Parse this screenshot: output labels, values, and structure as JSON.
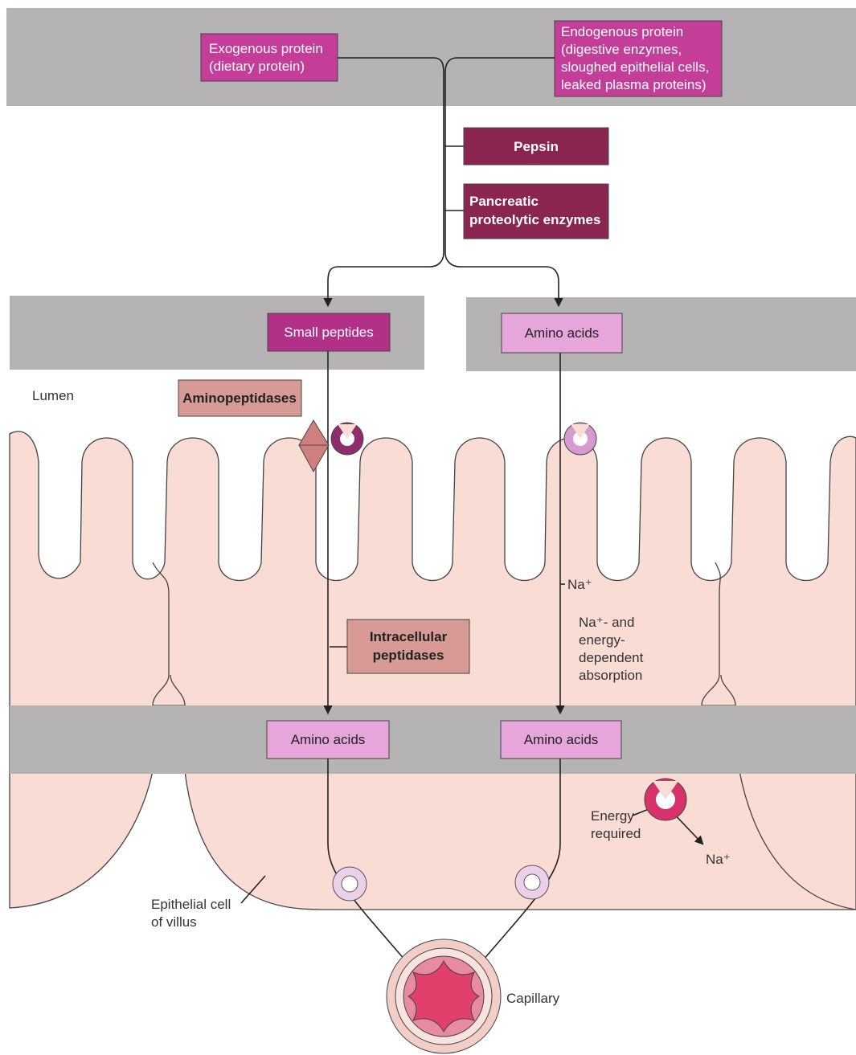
{
  "boxes": {
    "exogenous": [
      "Exogenous protein",
      "(dietary protein)"
    ],
    "endogenous": [
      "Endogenous protein",
      "(digestive enzymes,",
      "sloughed epithelial cells,",
      "leaked plasma proteins)"
    ],
    "pepsin": "Pepsin",
    "pancreatic": [
      "Pancreatic",
      "proteolytic enzymes"
    ],
    "small_peptides": "Small peptides",
    "amino_acids_lumen": "Amino acids",
    "aminopeptidases": "Aminopeptidases",
    "intracellular": [
      "Intracellular",
      "peptidases"
    ],
    "amino_acids_cell_left": "Amino acids",
    "amino_acids_cell_right": "Amino acids"
  },
  "labels": {
    "lumen": "Lumen",
    "na_in": "Na⁺",
    "na_dependent": [
      "Na⁺- and",
      "energy-",
      "dependent",
      "absorption"
    ],
    "energy_required": [
      "Energy",
      "required"
    ],
    "na_out": "Na⁺",
    "epithelial": [
      "Epithelial cell",
      "of villus"
    ],
    "capillary": "Capillary"
  },
  "colors": {
    "band_gray": "#b5b3b4",
    "cell_pink": "#f9dcd4",
    "box_light": "#e6a6da",
    "box_magenta": "#c33d99",
    "box_dark": "#8a2450",
    "box_salmon": "#d89a94",
    "carrier_dark": "#8e2c6c",
    "carrier_light": "#d69ad0",
    "pump": "#d8326a",
    "capillary_inner": "#e0406a"
  }
}
